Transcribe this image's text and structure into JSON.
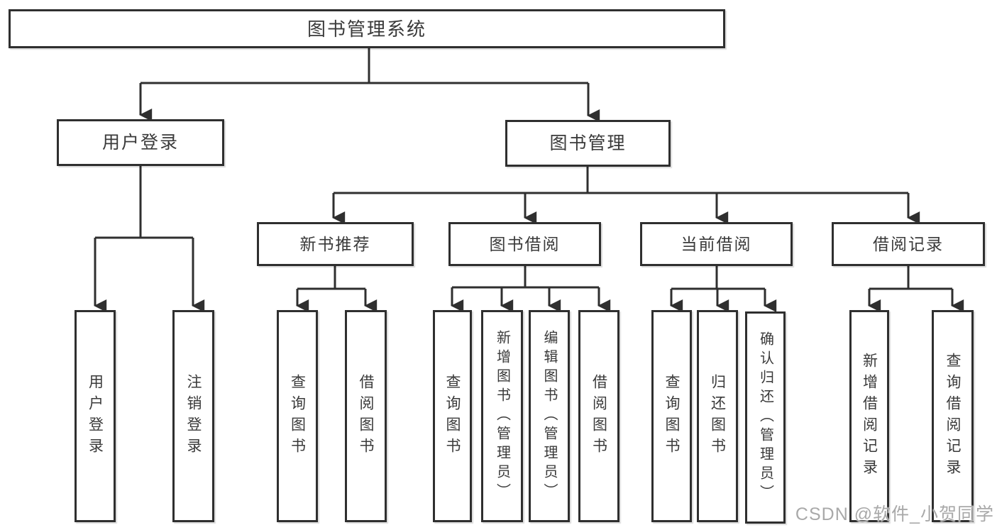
{
  "nodes": {
    "root": "图书管理系统",
    "l2_user_login": "用户登录",
    "l2_book_mgmt": "图书管理",
    "l3_new_book": "新书推荐",
    "l3_book_borrow": "图书借阅",
    "l3_current_borrow": "当前借阅",
    "l3_borrow_record": "借阅记录",
    "leaf_user_login": "用户登录",
    "leaf_logout": "注销登录",
    "leaf_nb_query": "查询图书",
    "leaf_nb_borrow": "借阅图书",
    "leaf_bb_query": "查询图书",
    "leaf_bb_add": "新增图书（管理员）",
    "leaf_bb_edit": "编辑图书（管理员）",
    "leaf_bb_borrow": "借阅图书",
    "leaf_cb_query": "查询图书",
    "leaf_cb_return": "归还图书",
    "leaf_cb_confirm": "确认归还（管理员）",
    "leaf_br_add": "新增借阅记录",
    "leaf_br_query": "查询借阅记录"
  },
  "watermark": "CSDN @软件_小贺同学",
  "colors": {
    "line": "#2f2f2f",
    "box_border": "#2f2f2f",
    "text": "#3a3a3a",
    "background": "#ffffff",
    "watermark": "#a9a9a9"
  }
}
